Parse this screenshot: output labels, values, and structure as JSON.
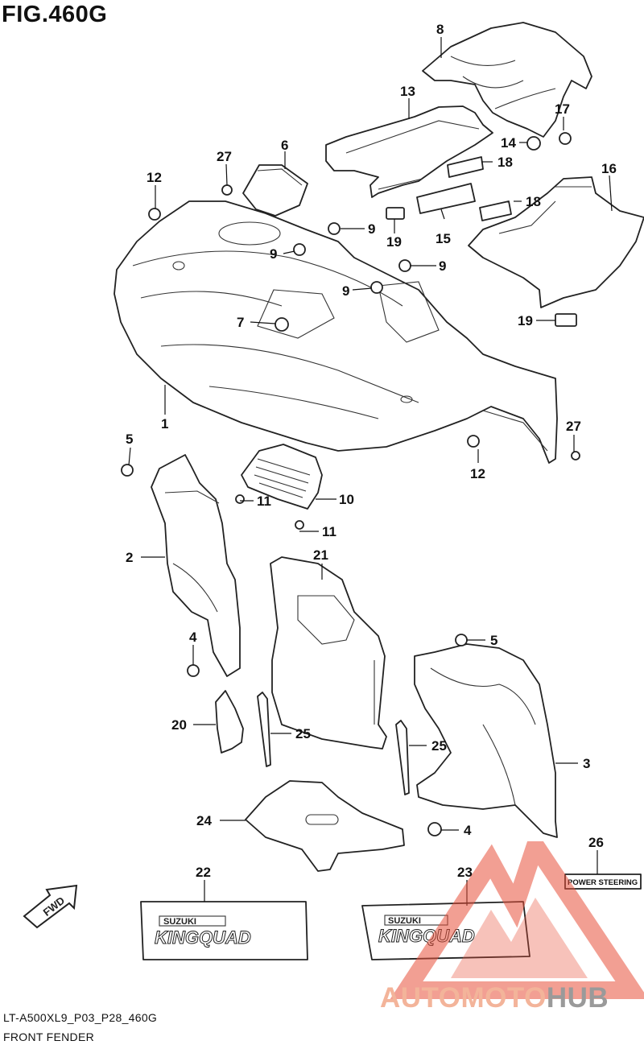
{
  "figure": {
    "title": "FIG.460G",
    "code": "LT-A500XL9_P03_P28_460G",
    "name": "FRONT FENDER"
  },
  "callouts": [
    {
      "id": "c-8",
      "label": "8"
    },
    {
      "id": "c-13",
      "label": "13"
    },
    {
      "id": "c-17",
      "label": "17"
    },
    {
      "id": "c-14",
      "label": "14"
    },
    {
      "id": "c-18a",
      "label": "18"
    },
    {
      "id": "c-16",
      "label": "16"
    },
    {
      "id": "c-18b",
      "label": "18"
    },
    {
      "id": "c-15",
      "label": "15"
    },
    {
      "id": "c-19a",
      "label": "19"
    },
    {
      "id": "c-19b",
      "label": "19"
    },
    {
      "id": "c-27a",
      "label": "27"
    },
    {
      "id": "c-6",
      "label": "6"
    },
    {
      "id": "c-12a",
      "label": "12"
    },
    {
      "id": "c-9a",
      "label": "9"
    },
    {
      "id": "c-9b",
      "label": "9"
    },
    {
      "id": "c-9c",
      "label": "9"
    },
    {
      "id": "c-9d",
      "label": "9"
    },
    {
      "id": "c-7",
      "label": "7"
    },
    {
      "id": "c-1",
      "label": "1"
    },
    {
      "id": "c-27b",
      "label": "27"
    },
    {
      "id": "c-12b",
      "label": "12"
    },
    {
      "id": "c-5a",
      "label": "5"
    },
    {
      "id": "c-10",
      "label": "10"
    },
    {
      "id": "c-11a",
      "label": "11"
    },
    {
      "id": "c-11b",
      "label": "11"
    },
    {
      "id": "c-2",
      "label": "2"
    },
    {
      "id": "c-21",
      "label": "21"
    },
    {
      "id": "c-5b",
      "label": "5"
    },
    {
      "id": "c-4a",
      "label": "4"
    },
    {
      "id": "c-20",
      "label": "20"
    },
    {
      "id": "c-25a",
      "label": "25"
    },
    {
      "id": "c-25b",
      "label": "25"
    },
    {
      "id": "c-3",
      "label": "3"
    },
    {
      "id": "c-24",
      "label": "24"
    },
    {
      "id": "c-4b",
      "label": "4"
    },
    {
      "id": "c-26",
      "label": "26"
    },
    {
      "id": "c-22",
      "label": "22"
    },
    {
      "id": "c-23",
      "label": "23"
    }
  ],
  "labels": {
    "power_steering": "POWER STEERING",
    "fwd": "FWD",
    "decal_brand": "SUZUKI",
    "decal_model": "KINGQUAD"
  },
  "watermark": {
    "part1": "AUTOMOTO",
    "part2": "HUB",
    "color_main": "#e8503a",
    "color_grey": "#9a9a9a"
  }
}
